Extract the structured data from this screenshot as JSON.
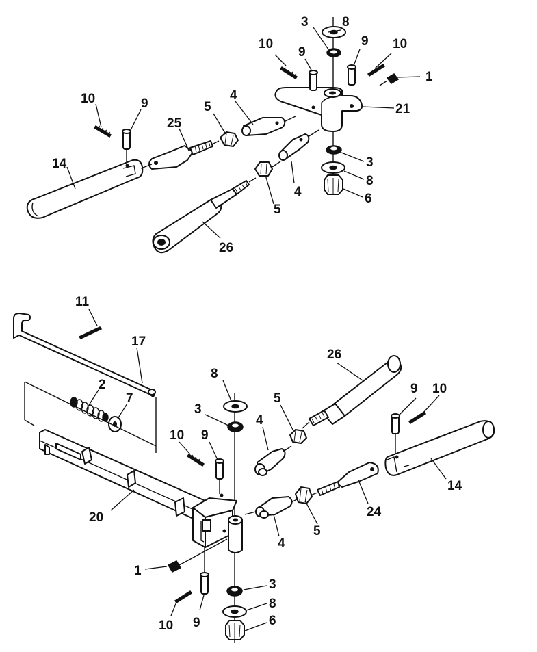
{
  "diagram": {
    "top_assembly": {
      "callouts": [
        "8",
        "3",
        "9",
        "10",
        "10",
        "9",
        "1",
        "21",
        "10",
        "9",
        "4",
        "5",
        "25",
        "14",
        "3",
        "8",
        "4",
        "6",
        "5",
        "26"
      ]
    },
    "bottom_assembly": {
      "callouts": [
        "11",
        "17",
        "26",
        "2",
        "7",
        "8",
        "3",
        "5",
        "9",
        "10",
        "4",
        "10",
        "9",
        "14",
        "20",
        "24",
        "4",
        "5",
        "1",
        "3",
        "8",
        "10",
        "9",
        "6"
      ]
    }
  }
}
